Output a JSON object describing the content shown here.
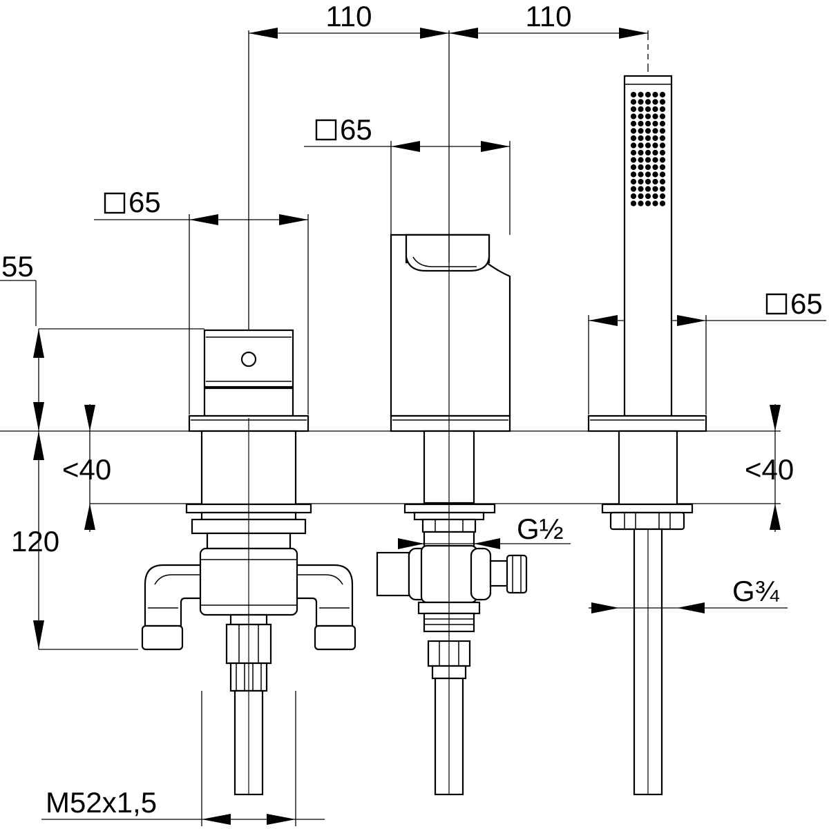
{
  "dimensions": {
    "spacing_left": "110",
    "spacing_right": "110",
    "square_center": "65",
    "square_left": "65",
    "square_right": "65",
    "height_55": "55",
    "height_120": "120",
    "deck_left": "<40",
    "deck_right": "<40",
    "thread_half": "G½",
    "thread_three_quarter": "G¾",
    "thread_m52": "M52x1,5"
  }
}
